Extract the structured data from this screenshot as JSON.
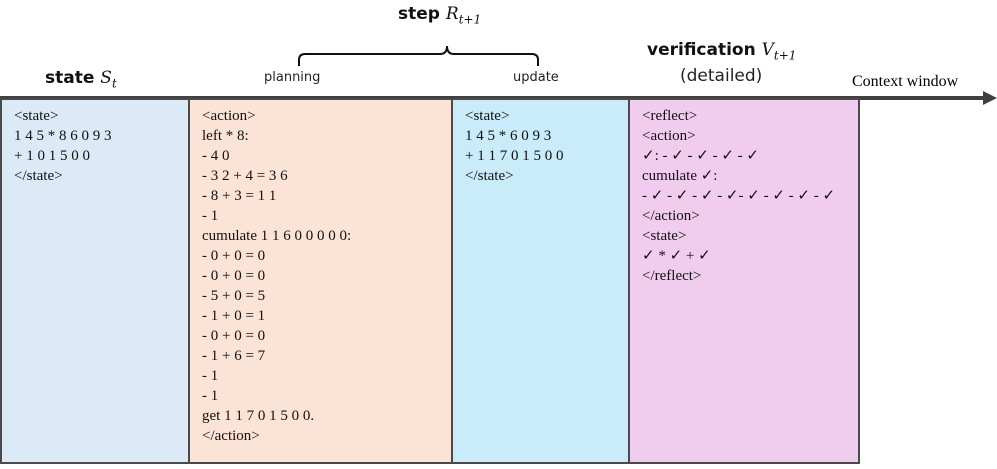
{
  "headers": {
    "state": {
      "label": "state",
      "symbol": "S",
      "sub": "t"
    },
    "step": {
      "label": "step",
      "symbol": "R",
      "sub": "t+1",
      "left": "planning",
      "right": "update"
    },
    "verification": {
      "label": "verification",
      "symbol": "V",
      "sub": "t+1",
      "note": "(detailed)"
    },
    "axis_label": "Context window"
  },
  "colors": {
    "state": "#dce9f6",
    "planning": "#fbe3d6",
    "update": "#c9ebfa",
    "verification": "#f0cdee",
    "axis": "#404040"
  },
  "boxes": {
    "state": [
      "<state>",
      "1 4 5 * 8 6 0 9 3",
      "+ 1 0 1 5 0 0",
      "</state>"
    ],
    "planning": [
      "<action>",
      "left * 8:",
      "- 4 0",
      "- 3 2 + 4 = 3 6",
      "- 8 + 3 = 1 1",
      "- 1",
      "cumulate 1 1 6 0 0 0 0 0:",
      "- 0 + 0 = 0",
      "- 0 + 0 = 0",
      "- 5 + 0 = 5",
      "- 1 + 0 = 1",
      "- 0 + 0 = 0",
      "- 1 + 6 = 7",
      "- 1",
      "- 1",
      "get 1 1 7 0 1 5 0 0.",
      "</action>"
    ],
    "update": [
      "<state>",
      "1 4 5 * 6 0 9 3",
      "+ 1 1 7 0 1 5 0 0",
      "</state>"
    ],
    "verification": [
      "<reflect>",
      "<action>",
      "✓: - ✓ - ✓ - ✓ - ✓",
      "cumulate ✓:",
      "- ✓ - ✓ - ✓ - ✓- ✓ - ✓ - ✓ - ✓",
      "</action>",
      "<state>",
      "✓ * ✓ + ✓",
      "</reflect>"
    ]
  }
}
